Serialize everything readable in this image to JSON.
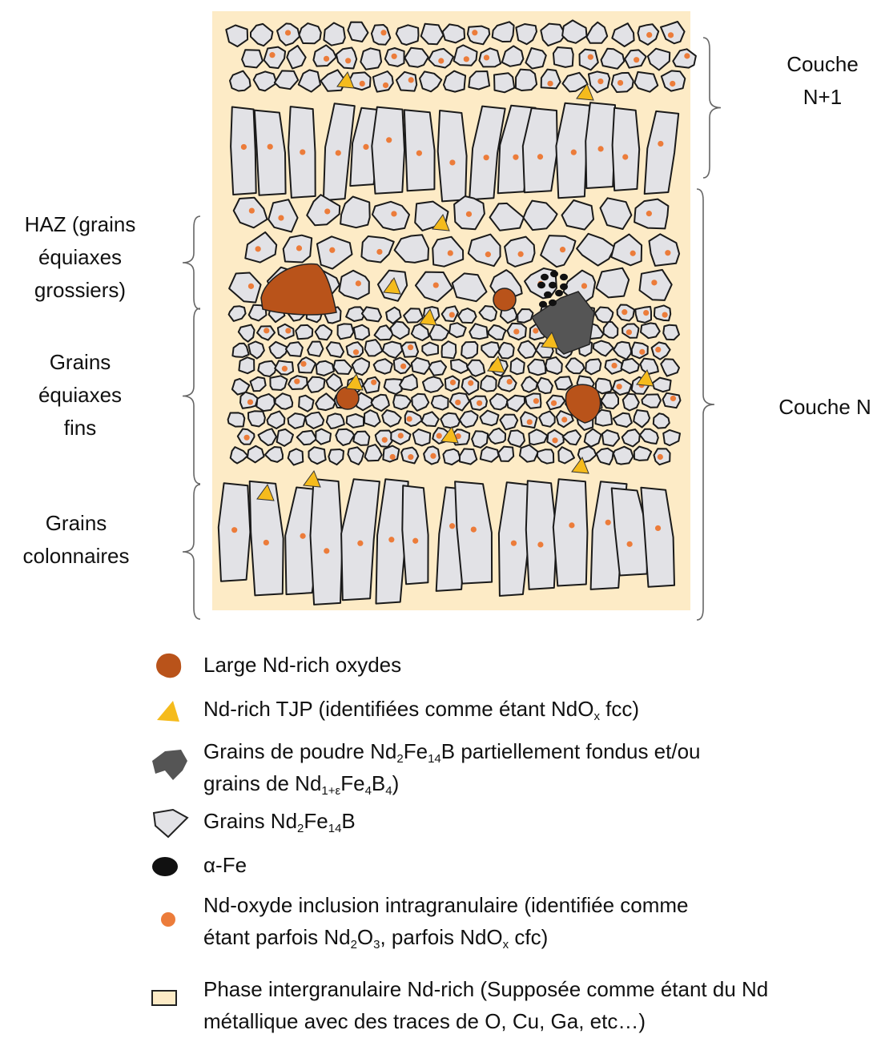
{
  "labels": {
    "couche_n1": [
      "Couche",
      "N+1"
    ],
    "couche_n": "Couche N",
    "haz": [
      "HAZ (grains",
      "équiaxes",
      "grossiers)"
    ],
    "fins": [
      "Grains",
      "équiaxes",
      "fins"
    ],
    "colonnaires": [
      "Grains",
      "colonnaires"
    ]
  },
  "legend": [
    {
      "icon": "large-oxide-icon",
      "lines": [
        [
          "Large Nd-rich oxydes"
        ]
      ]
    },
    {
      "icon": "tjp-triangle-icon",
      "lines": [
        [
          "Nd-rich TJP (identifiées comme étant NdO",
          {
            "sub": "x"
          },
          " fcc)"
        ]
      ]
    },
    {
      "icon": "partially-molten-grain-icon",
      "lines": [
        [
          "Grains de poudre Nd",
          {
            "sub": "2"
          },
          "Fe",
          {
            "sub": "14"
          },
          "B partiellement fondus et/ou"
        ],
        [
          "grains de Nd",
          {
            "sub": "1+ε"
          },
          "Fe",
          {
            "sub": "4"
          },
          "B",
          {
            "sub": "4"
          },
          ")"
        ]
      ]
    },
    {
      "icon": "grain-icon",
      "lines": [
        [
          "Grains Nd",
          {
            "sub": "2"
          },
          "Fe",
          {
            "sub": "14"
          },
          "B"
        ]
      ]
    },
    {
      "icon": "alpha-fe-icon",
      "lines": [
        [
          "α-Fe"
        ]
      ]
    },
    {
      "icon": "inclusion-dot-icon",
      "lines": [
        [
          "Nd-oxyde inclusion intragranulaire (identifiée comme"
        ],
        [
          "étant parfois Nd",
          {
            "sub": "2"
          },
          "O",
          {
            "sub": "3"
          },
          ", parfois NdO",
          {
            "sub": "x"
          },
          " cfc)"
        ]
      ]
    },
    {
      "icon": "intergranular-phase-icon",
      "lines": [
        [
          "Phase intergranulaire Nd-rich (Supposée comme étant du Nd"
        ],
        [
          "métallique avec des traces de O, Cu, Ga, etc…)"
        ]
      ]
    }
  ],
  "colors": {
    "matrix": "#fdebc6",
    "grain_fill": "#e2e2e6",
    "grain_stroke": "#1a1a1a",
    "oxide": "#b9531a",
    "tjp": "#f5bb1c",
    "molten": "#555555",
    "alpha_fe": "#111111",
    "inclusion": "#ec7c3a",
    "bracket": "#666666"
  }
}
